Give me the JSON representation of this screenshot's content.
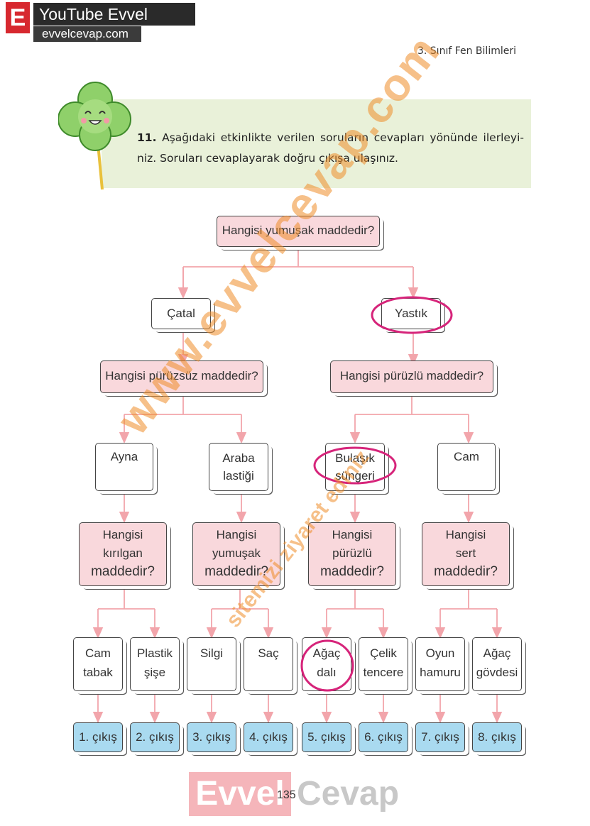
{
  "header": {
    "brand_letter": "E",
    "brand_title": "YouTube Evvel Cevap",
    "brand_url": "evvelcevap.com",
    "book_title": "3. Sınıf Fen Bilimleri"
  },
  "question": {
    "number": "11.",
    "text": " Aşağıdaki etkinlikte verilen soruların cevapları yönünde ilerleyi- niz. Soruları cevaplayarak doğru çıkışa ulaşınız."
  },
  "flowchart": {
    "root": "Hangisi yumuşak maddedir?",
    "level1": {
      "left": "Çatal",
      "right": "Yastık"
    },
    "level2": {
      "left": "Hangisi pürüzsüz maddedir?",
      "right": "Hangisi pürüzlü maddedir?"
    },
    "level3": {
      "n1": [
        "Ayna"
      ],
      "n2": [
        "Araba",
        "lastiği"
      ],
      "n3": [
        "Bulaşık",
        "süngeri"
      ],
      "n4": [
        "Cam"
      ]
    },
    "level4": {
      "q1": [
        "Hangisi",
        "kırılgan",
        "maddedir?"
      ],
      "q2": [
        "Hangisi",
        "yumuşak",
        "maddedir?"
      ],
      "q3": [
        "Hangisi",
        "pürüzlü",
        "maddedir?"
      ],
      "q4": [
        "Hangisi",
        "sert",
        "maddedir?"
      ]
    },
    "level5": {
      "a1": [
        "Cam",
        "tabak"
      ],
      "a2": [
        "Plastik",
        "şişe"
      ],
      "a3": [
        "Silgi"
      ],
      "a4": [
        "Saç"
      ],
      "a5": [
        "Ağaç",
        "dalı"
      ],
      "a6": [
        "Çelik",
        "tencere"
      ],
      "a7": [
        "Oyun",
        "hamuru"
      ],
      "a8": [
        "Ağaç",
        "gövdesi"
      ]
    },
    "exits": [
      "1. çıkış",
      "2. çıkış",
      "3. çıkış",
      "4. çıkış",
      "5. çıkış",
      "6. çıkış",
      "7. çıkış",
      "8. çıkış"
    ]
  },
  "watermark": {
    "diagonal": "www.evvelcevap.com",
    "diagonal_sub": "sitemizi ziyaret ediniz",
    "bottom_left": "Evvel",
    "bottom_right": "Cevap"
  },
  "page_number": "135",
  "colors": {
    "pink_box": "#f9d8dc",
    "exit_box": "#a9daf0",
    "arrow": "#f2a5ab",
    "circle": "#d6247a",
    "question_bg": "#e9f1d9"
  }
}
